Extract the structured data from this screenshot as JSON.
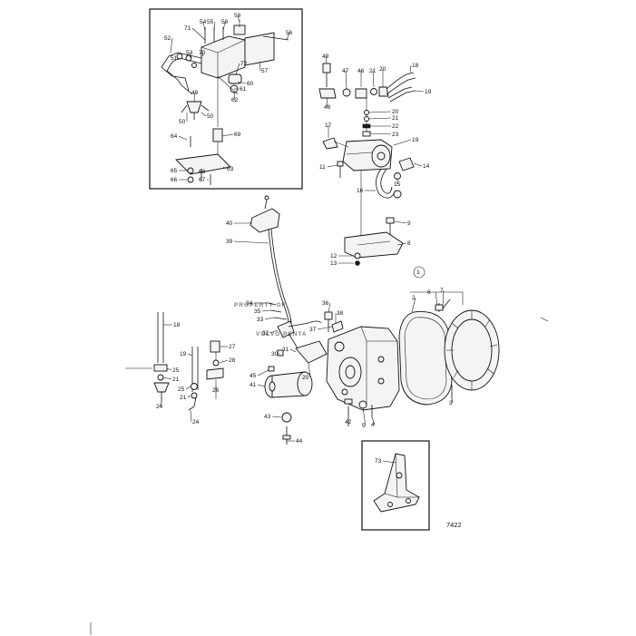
{
  "diagram": {
    "drawing_number": "7422",
    "watermark_line1": "PROPERTY OF",
    "watermark_line2": "VOLVO PENTA",
    "labels": [
      {
        "id": "l54",
        "text": "54"
      },
      {
        "id": "l55",
        "text": "55"
      },
      {
        "id": "l58",
        "text": "58"
      },
      {
        "id": "l59",
        "text": "59"
      },
      {
        "id": "l71",
        "text": "71"
      },
      {
        "id": "l56",
        "text": "56"
      },
      {
        "id": "l52",
        "text": "52"
      },
      {
        "id": "l53",
        "text": "53"
      },
      {
        "id": "l70",
        "text": "70"
      },
      {
        "id": "l51",
        "text": "51"
      },
      {
        "id": "l57",
        "text": "57"
      },
      {
        "id": "l72",
        "text": "72"
      },
      {
        "id": "l60",
        "text": "60"
      },
      {
        "id": "l61",
        "text": "61"
      },
      {
        "id": "l62",
        "text": "62"
      },
      {
        "id": "l49a",
        "text": "49"
      },
      {
        "id": "l50a",
        "text": "50"
      },
      {
        "id": "l50b",
        "text": "50"
      },
      {
        "id": "l64",
        "text": "64"
      },
      {
        "id": "l69",
        "text": "69"
      },
      {
        "id": "l65",
        "text": "65"
      },
      {
        "id": "l68",
        "text": "68"
      },
      {
        "id": "l63",
        "text": "63"
      },
      {
        "id": "l66",
        "text": "66"
      },
      {
        "id": "l67",
        "text": "67"
      },
      {
        "id": "l49b",
        "text": "49"
      },
      {
        "id": "l47",
        "text": "47"
      },
      {
        "id": "l46",
        "text": "46"
      },
      {
        "id": "l21a",
        "text": "21"
      },
      {
        "id": "l20a",
        "text": "20"
      },
      {
        "id": "l18a",
        "text": "18"
      },
      {
        "id": "l19a",
        "text": "19"
      },
      {
        "id": "l48",
        "text": "48"
      },
      {
        "id": "l20b",
        "text": "20"
      },
      {
        "id": "l21b",
        "text": "21"
      },
      {
        "id": "l22",
        "text": "22"
      },
      {
        "id": "l23",
        "text": "23"
      },
      {
        "id": "l17",
        "text": "17"
      },
      {
        "id": "l19c",
        "text": "19"
      },
      {
        "id": "l11",
        "text": "11"
      },
      {
        "id": "l14",
        "text": "14"
      },
      {
        "id": "l15",
        "text": "15"
      },
      {
        "id": "l16",
        "text": "16"
      },
      {
        "id": "l9",
        "text": "9"
      },
      {
        "id": "l8",
        "text": "8"
      },
      {
        "id": "l12",
        "text": "12"
      },
      {
        "id": "l13",
        "text": "13"
      },
      {
        "id": "l40",
        "text": "40"
      },
      {
        "id": "l39",
        "text": "39"
      },
      {
        "id": "l1",
        "text": "1"
      },
      {
        "id": "l2",
        "text": "2"
      },
      {
        "id": "l6",
        "text": "6"
      },
      {
        "id": "l7",
        "text": "7"
      },
      {
        "id": "l3",
        "text": "3"
      },
      {
        "id": "l34",
        "text": "34"
      },
      {
        "id": "l35",
        "text": "35"
      },
      {
        "id": "l33",
        "text": "33"
      },
      {
        "id": "l32",
        "text": "32"
      },
      {
        "id": "l36",
        "text": "36"
      },
      {
        "id": "l38",
        "text": "38"
      },
      {
        "id": "l37",
        "text": "37"
      },
      {
        "id": "l31",
        "text": "31"
      },
      {
        "id": "l30",
        "text": "30"
      },
      {
        "id": "l20c",
        "text": "20"
      },
      {
        "id": "l45",
        "text": "45"
      },
      {
        "id": "l41",
        "text": "41"
      },
      {
        "id": "l43",
        "text": "43"
      },
      {
        "id": "l44",
        "text": "44"
      },
      {
        "id": "l42",
        "text": "42"
      },
      {
        "id": "l5",
        "text": "5"
      },
      {
        "id": "l4",
        "text": "4"
      },
      {
        "id": "l18b",
        "text": "18"
      },
      {
        "id": "l19b",
        "text": "19"
      },
      {
        "id": "l27",
        "text": "27"
      },
      {
        "id": "l28",
        "text": "28"
      },
      {
        "id": "l25a",
        "text": "25"
      },
      {
        "id": "l21c",
        "text": "21"
      },
      {
        "id": "l24a",
        "text": "24"
      },
      {
        "id": "l25b",
        "text": "25"
      },
      {
        "id": "l21d",
        "text": "21"
      },
      {
        "id": "l26",
        "text": "26"
      },
      {
        "id": "l24b",
        "text": "24"
      },
      {
        "id": "l73",
        "text": "73"
      }
    ]
  }
}
